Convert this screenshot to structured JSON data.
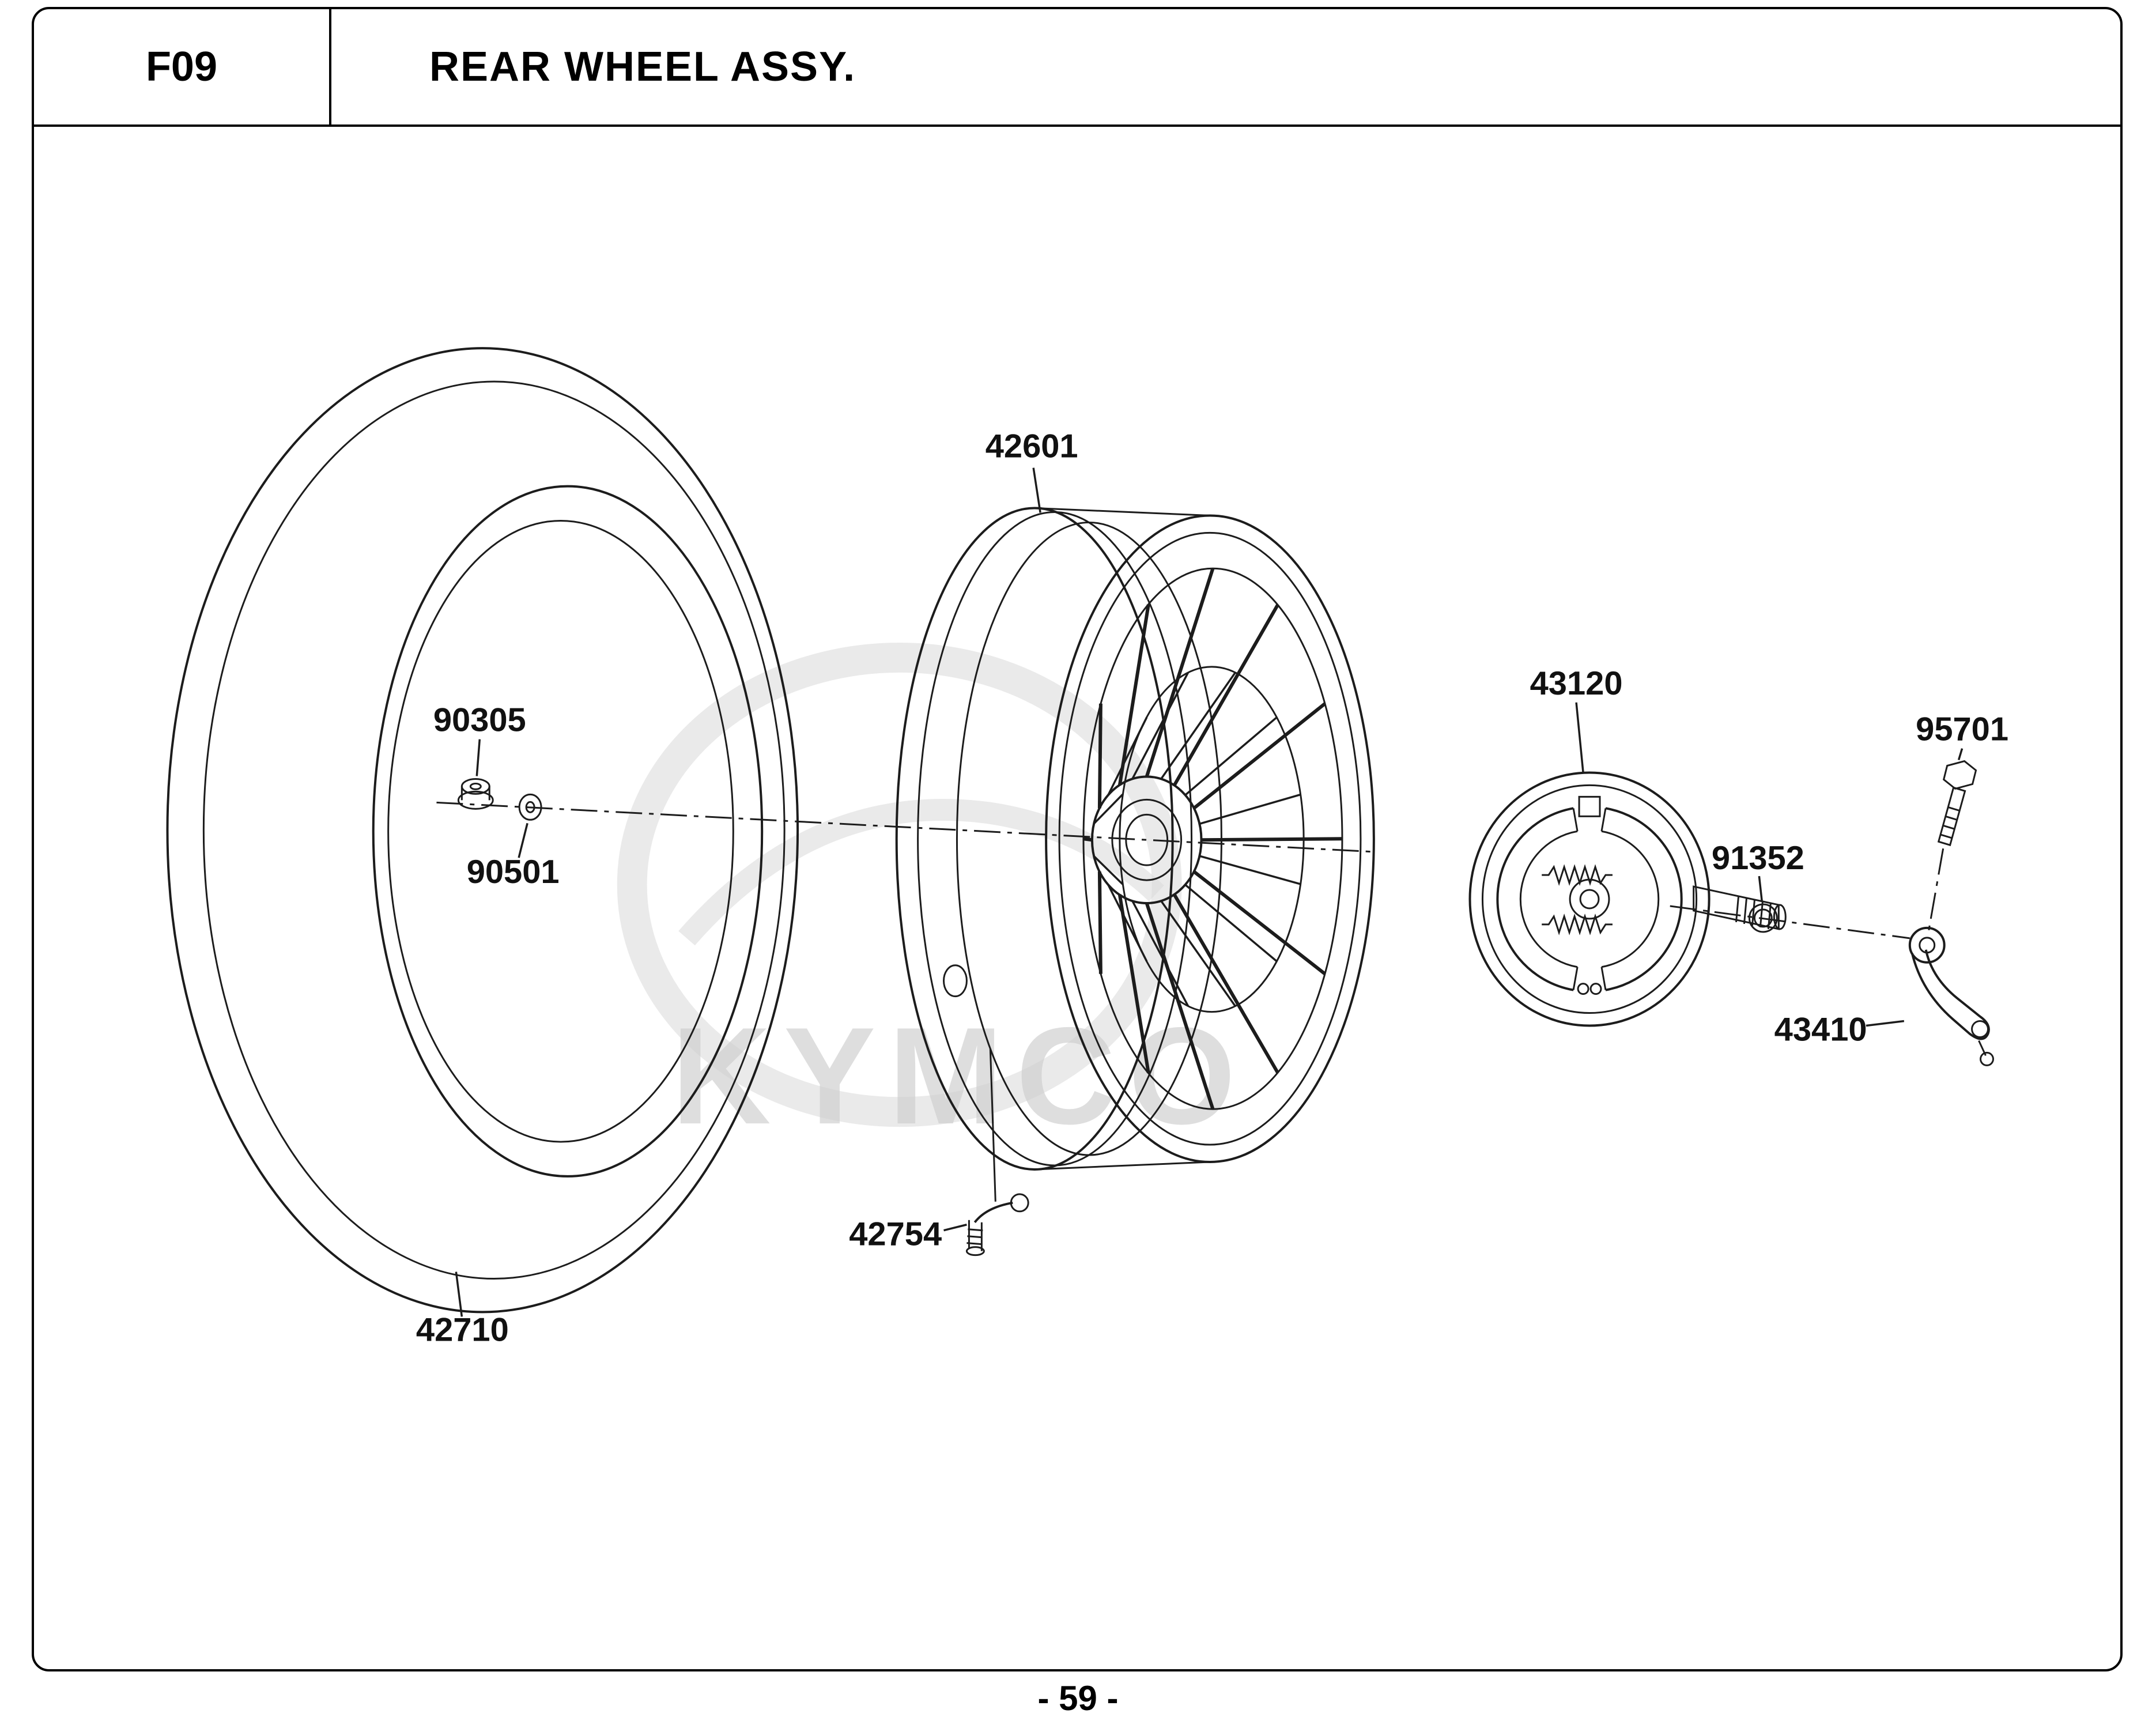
{
  "header": {
    "code": "F09",
    "title": "REAR WHEEL ASSY."
  },
  "footer": {
    "page": "- 59 -"
  },
  "watermark": {
    "text": "KYMCO"
  },
  "parts": {
    "wheel_rim": "42601",
    "axle_nut": "90305",
    "washer": "90501",
    "tire": "42710",
    "valve": "42754",
    "brake_panel": "43120",
    "o_ring": "91352",
    "bolt": "95701",
    "brake_arm": "43410"
  }
}
